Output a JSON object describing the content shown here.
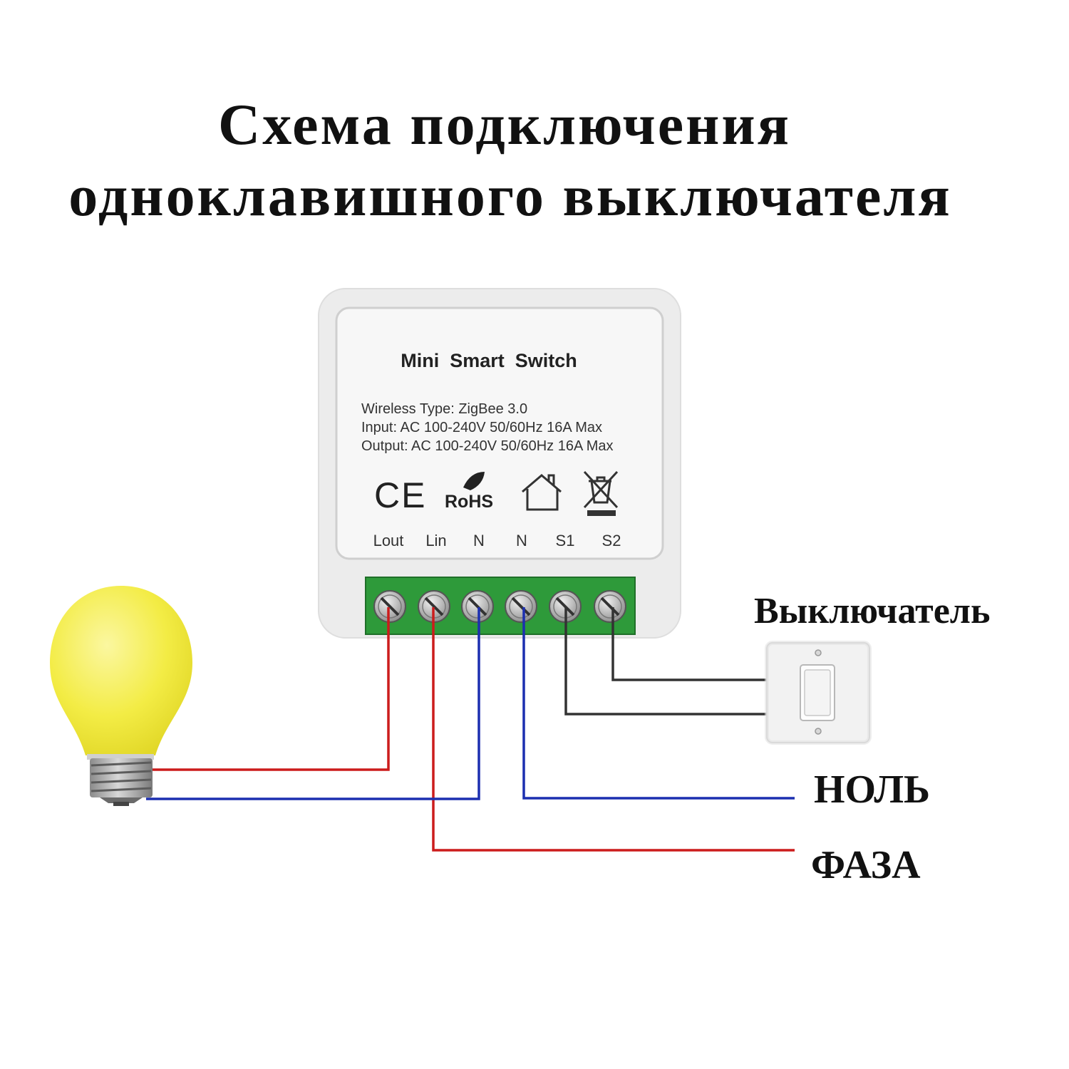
{
  "title": {
    "line1": "Схема подключения",
    "line2": "одноклавишного выключателя"
  },
  "device": {
    "name": "Mini  Smart  Switch",
    "specs": [
      "Wireless Type: ZigBee 3.0",
      "Input: AC 100-240V 50/60Hz 16A Max",
      "Output: AC 100-240V 50/60Hz 16A Max"
    ],
    "marks": {
      "ce": "CE",
      "rohs": "RoHS"
    },
    "terminals": [
      "Lout",
      "Lin",
      "N",
      "N",
      "S1",
      "S2"
    ]
  },
  "labels": {
    "switch": "Выключатель",
    "neutral": "НОЛЬ",
    "phase": "ФАЗА"
  },
  "colors": {
    "phase_wire": "#cc1c1c",
    "neutral_wire": "#1c2fb0",
    "switch_wire": "#333333",
    "terminal_block": "#2e9a3a",
    "bulb": "#f5ee4a"
  },
  "icons": [
    "ce-mark-icon",
    "rohs-icon",
    "indoor-house-icon",
    "weee-bin-icon",
    "light-bulb-icon",
    "wall-switch-icon"
  ]
}
